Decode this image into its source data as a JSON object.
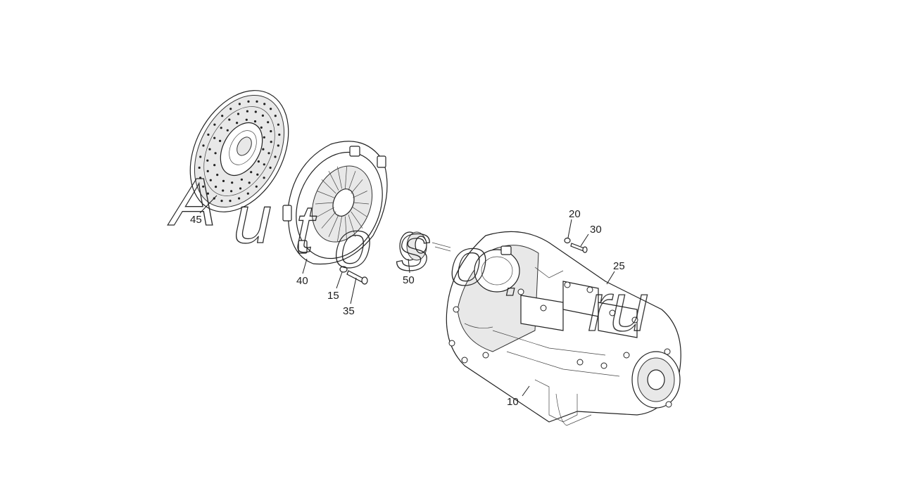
{
  "callouts": {
    "c45": "45",
    "c40": "40",
    "c15": "15",
    "c35": "35",
    "c50": "50",
    "c20": "20",
    "c30": "30",
    "c25": "25",
    "c10": "10"
  },
  "watermark": {
    "a": "A",
    "u": "u",
    "t": "t",
    "o": "o",
    "s": "s",
    "dot": ".",
    "domain_left": "ru"
  }
}
